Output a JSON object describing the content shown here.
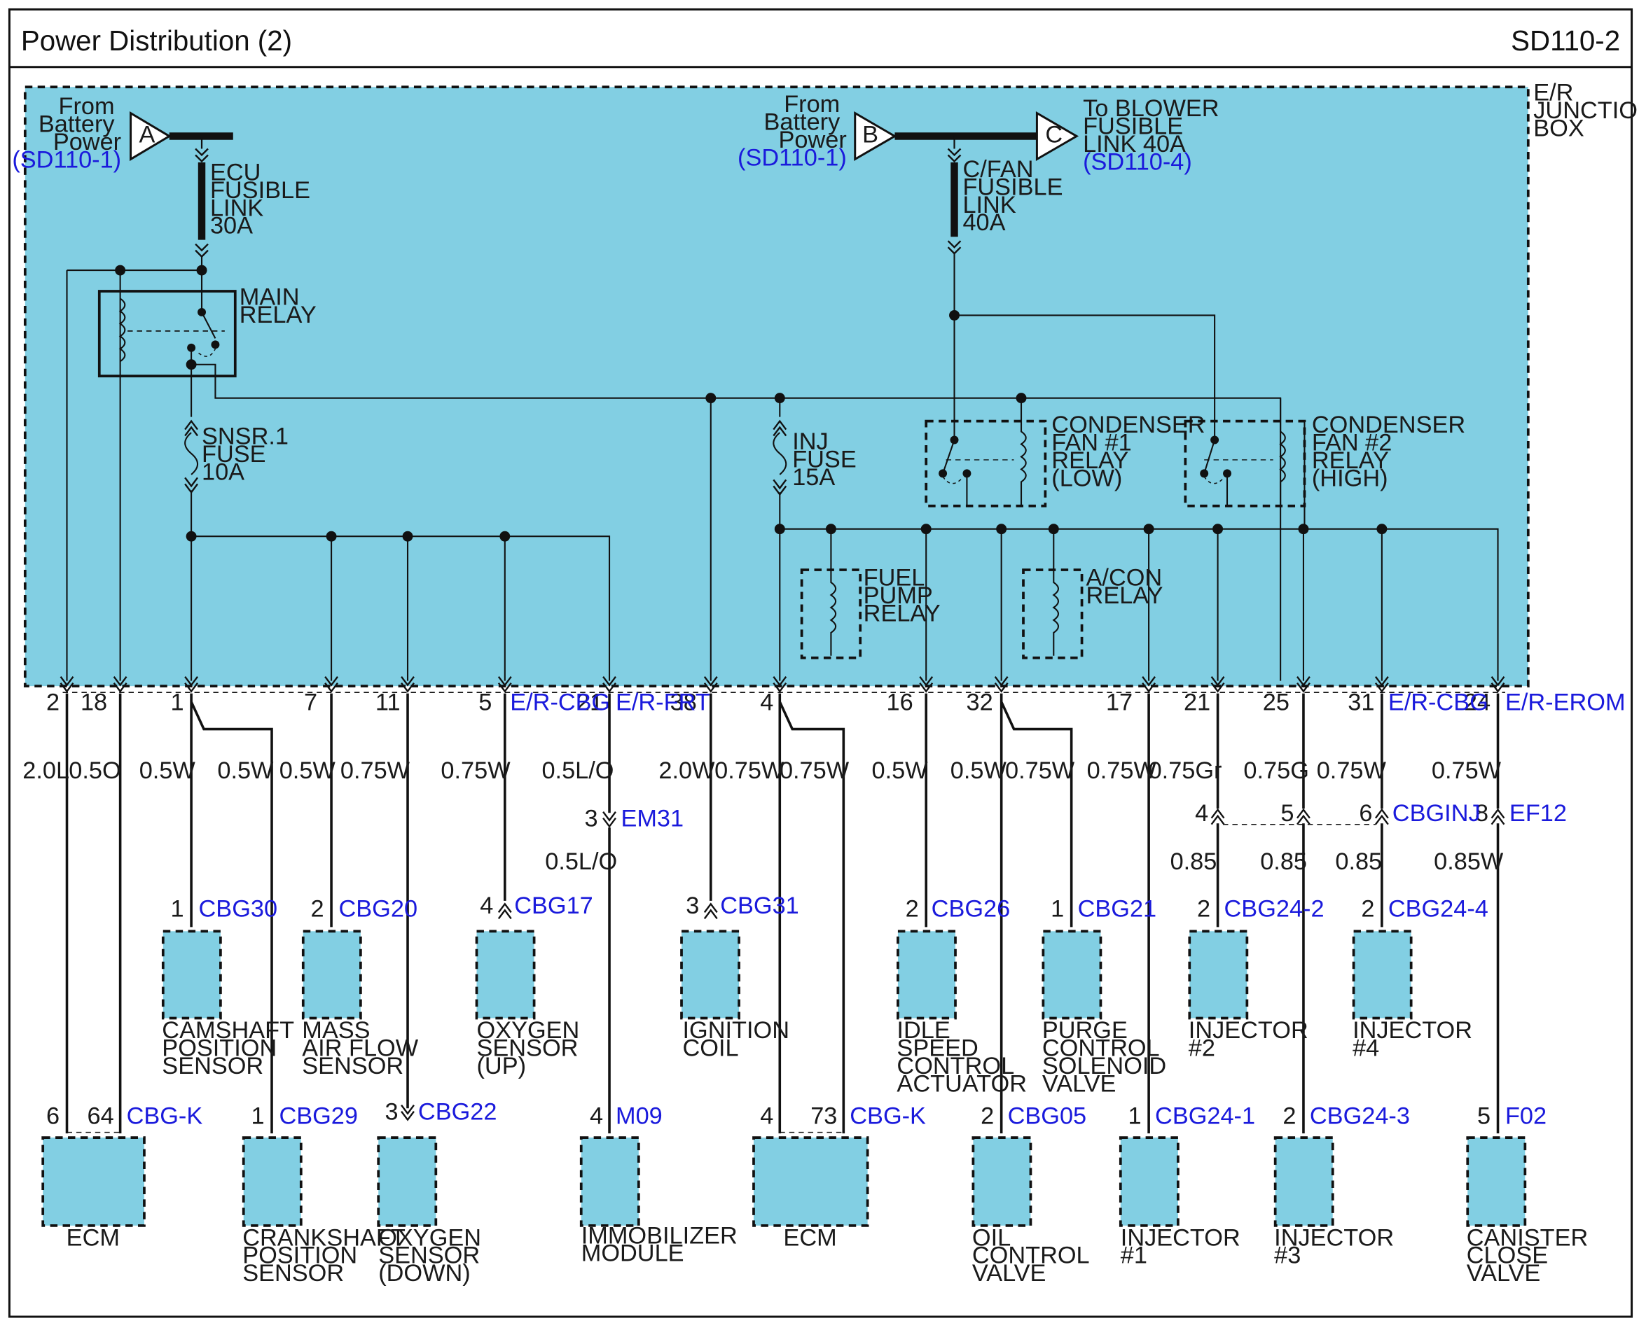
{
  "header": {
    "title": "Power Distribution (2)",
    "code": "SD110-2"
  },
  "colors": {
    "junction_fill": "#82cfe3",
    "reference_text": "#1a1adc",
    "wire": "#111111",
    "background": "#ffffff"
  },
  "junction_box": {
    "label": [
      "E/R",
      "JUNCTION",
      "BOX"
    ]
  },
  "sources": {
    "a": {
      "letter": "A",
      "text": [
        "From",
        "Battery",
        "Power"
      ],
      "ref": "(SD110-1)"
    },
    "b": {
      "letter": "B",
      "text": [
        "From",
        "Battery",
        "Power"
      ],
      "ref": "(SD110-1)"
    },
    "c": {
      "letter": "C",
      "text": [
        "To BLOWER",
        "FUSIBLE",
        "LINK 40A"
      ],
      "ref": "(SD110-4)"
    }
  },
  "fuses": {
    "ecu": [
      "ECU",
      "FUSIBLE",
      "LINK",
      "30A"
    ],
    "cfan": [
      "C/FAN",
      "FUSIBLE",
      "LINK",
      "40A"
    ],
    "snsr": [
      "SNSR.1",
      "FUSE",
      "10A"
    ],
    "inj": [
      "INJ",
      "FUSE",
      "15A"
    ]
  },
  "relays": {
    "main": [
      "MAIN",
      "RELAY"
    ],
    "cond1": [
      "CONDENSER",
      "FAN #1",
      "RELAY",
      "(LOW)"
    ],
    "cond2": [
      "CONDENSER",
      "FAN #2",
      "RELAY",
      "(HIGH)"
    ],
    "fuel": [
      "FUEL",
      "PUMP",
      "RELAY"
    ],
    "acon": [
      "A/CON",
      "RELAY"
    ]
  },
  "connectors": {
    "er_cbg": "E/R-CBG",
    "er_frt": "E/R-FRT",
    "er_cbg2": "E/R-CBG",
    "er_erom": "E/R-EROM"
  },
  "pins": [
    "2",
    "18",
    "1",
    "7",
    "11",
    "5",
    "21",
    "38",
    "4",
    "16",
    "32",
    "17",
    "21",
    "25",
    "31",
    "24"
  ],
  "wires": {
    "w1": "2.0L",
    "w2": "0.5O",
    "w3": "0.5W",
    "w4": "0.5W",
    "w5": "0.5W",
    "w6": "0.75W",
    "w7": "0.75W",
    "w8": "0.5L/O",
    "w8b": "0.5L/O",
    "w9": "2.0W",
    "w10": "0.75W",
    "w11": "0.75W",
    "w12": "0.5W",
    "w13": "0.5W",
    "w14": "0.75W",
    "w15": "0.75W",
    "w16": "0.75Gr",
    "w16b": "0.85",
    "w17": "0.75G",
    "w17b": "0.85",
    "w18": "0.75W",
    "w18b": "0.85",
    "w19": "0.75W",
    "w19b": "0.85W"
  },
  "inline": {
    "em31": {
      "pin": "3",
      "ref": "EM31"
    },
    "cbginj": {
      "pins": [
        "4",
        "5",
        "6"
      ],
      "ref": "CBGINJ"
    },
    "ef12": {
      "pin": "8",
      "ref": "EF12"
    }
  },
  "upper_components": [
    {
      "pin": "1",
      "ref": "CBG30",
      "name": [
        "CAMSHAFT",
        "POSITION",
        "SENSOR"
      ]
    },
    {
      "pin": "2",
      "ref": "CBG20",
      "name": [
        "MASS",
        "AIR FLOW",
        "SENSOR"
      ]
    },
    {
      "pin": "4",
      "ref": "CBG17",
      "name": [
        "OXYGEN",
        "SENSOR",
        "(UP)"
      ]
    },
    {
      "pin": "3",
      "ref": "CBG31",
      "name": [
        "IGNITION",
        "COIL"
      ]
    },
    {
      "pin": "2",
      "ref": "CBG26",
      "name": [
        "IDLE",
        "SPEED",
        "CONTROL",
        "ACTUATOR"
      ]
    },
    {
      "pin": "1",
      "ref": "CBG21",
      "name": [
        "PURGE",
        "CONTROL",
        "SOLENOID",
        "VALVE"
      ]
    },
    {
      "pin": "2",
      "ref": "CBG24-2",
      "name": [
        "INJECTOR",
        "#2"
      ]
    },
    {
      "pin": "2",
      "ref": "CBG24-4",
      "name": [
        "INJECTOR",
        "#4"
      ]
    }
  ],
  "lower_components": [
    {
      "pins": [
        "6",
        "64"
      ],
      "ref": "CBG-K",
      "name": [
        "ECM"
      ]
    },
    {
      "pins": [
        "1"
      ],
      "ref": "CBG29",
      "name": [
        "CRANKSHAFT",
        "POSITION",
        "SENSOR"
      ]
    },
    {
      "pins": [
        "3"
      ],
      "ref": "CBG22",
      "name": [
        "OXYGEN",
        "SENSOR",
        "(DOWN)"
      ]
    },
    {
      "pins": [
        "4"
      ],
      "ref": "M09",
      "name": [
        "IMMOBILIZER",
        "MODULE"
      ]
    },
    {
      "pins": [
        "4",
        "73"
      ],
      "ref": "CBG-K",
      "name": [
        "ECM"
      ]
    },
    {
      "pins": [
        "2"
      ],
      "ref": "CBG05",
      "name": [
        "OIL",
        "CONTROL",
        "VALVE"
      ]
    },
    {
      "pins": [
        "1"
      ],
      "ref": "CBG24-1",
      "name": [
        "INJECTOR",
        "#1"
      ]
    },
    {
      "pins": [
        "2"
      ],
      "ref": "CBG24-3",
      "name": [
        "INJECTOR",
        "#3"
      ]
    },
    {
      "pins": [
        "5"
      ],
      "ref": "F02",
      "name": [
        "CANISTER",
        "CLOSE",
        "VALVE"
      ]
    }
  ]
}
